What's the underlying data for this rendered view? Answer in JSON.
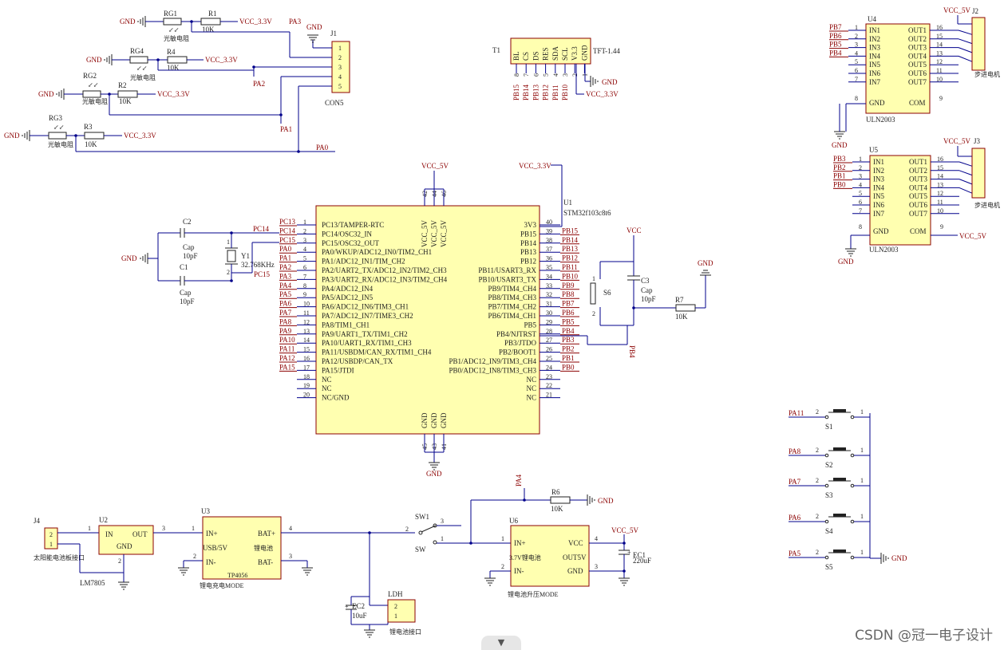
{
  "watermark": "CSDN @冠一电子设计",
  "scroll_icon": "▼",
  "labels": {
    "gnd": "GND",
    "vcc33": "VCC_3.3V",
    "vcc5": "VCC_5V",
    "vcc": "VCC",
    "pa0": "PA0",
    "pa1": "PA1",
    "pa2": "PA2",
    "pa3": "PA3",
    "pa4": "PA4",
    "pc14": "PC14",
    "pc15": "PC15",
    "rg1": "RG1",
    "rg2": "RG2",
    "rg3": "RG3",
    "rg4": "RG4",
    "photores": "光敏电阻",
    "r1": "R1",
    "r2": "R2",
    "r3": "R3",
    "r4": "R4",
    "r6": "R6",
    "r7": "R7",
    "k10": "10K",
    "j1": "J1",
    "con5": "CON5",
    "t1": "T1",
    "tft": "TFT-1.44",
    "tft_pins": [
      "BL",
      "CS",
      "DS",
      "RES",
      "SDA",
      "SCL",
      "V3.3",
      "GND"
    ],
    "tft_nets": [
      "PB15",
      "PB14",
      "PB13",
      "PB12",
      "PB11",
      "PB10"
    ],
    "u1": "U1",
    "u1_part": "STM32f103c8t6",
    "c1": "C1",
    "c2": "C2",
    "c3": "C3",
    "cap": "Cap",
    "p10": "10pF",
    "y1": "Y1",
    "xtal": "32.768KHz",
    "s6": "S6",
    "u4": "U4",
    "u5": "U5",
    "uln": "ULN2003",
    "j2": "J2",
    "j3": "J3",
    "stepper": "步进电机",
    "uln_in": [
      "IN1",
      "IN2",
      "IN3",
      "IN4",
      "IN5",
      "IN6",
      "IN7"
    ],
    "uln_out": [
      "OUT1",
      "OUT2",
      "OUT3",
      "OUT4",
      "OUT5",
      "OUT6",
      "OUT7"
    ],
    "com": "COM",
    "u4_nets": [
      "PB7",
      "PB6",
      "PB5",
      "PB4"
    ],
    "u5_nets": [
      "PB3",
      "PB2",
      "PB1",
      "PB0"
    ],
    "s_nets": [
      "PA11",
      "PA8",
      "PA7",
      "PA6",
      "PA5"
    ],
    "s_names": [
      "S1",
      "S2",
      "S3",
      "S4",
      "S5"
    ],
    "j4": "J4",
    "u2": "U2",
    "u3": "U3",
    "u6": "U6",
    "in": "IN",
    "out": "OUT",
    "lm7805": "LM7805",
    "solar": "太阳能电池板接口",
    "tp4056": "TP4056",
    "tp_in": "IN+",
    "tp_usb": "USB/5V",
    "tp_inm": "IN-",
    "batp": "BAT+",
    "batm": "BAT-",
    "li_bat": "锂电池",
    "charge_mode": "锂电充电MODE",
    "sw1": "SW1",
    "sw": "SW",
    "ec1": "EC1",
    "ec2": "EC2",
    "uf10": "10uF",
    "uf220": "220uF",
    "ldh": "LDH",
    "bat_iface": "锂电池接口",
    "u6_in": "IN+",
    "u6_bat": "3.7V锂电池",
    "u6_inm": "IN-",
    "u6_vcc": "VCC",
    "u6_out": "OUT5V",
    "u6_gnd": "GND",
    "boost_mode": "锂电池升压MODE",
    "pb4": "PB4"
  },
  "mcu": {
    "left": [
      {
        "n": "1",
        "f": "PC13/TAMPER-RTC",
        "net": "PC13"
      },
      {
        "n": "2",
        "f": "PC14/OSC32_IN",
        "net": "PC14"
      },
      {
        "n": "3",
        "f": "PC15/OSC32_OUT",
        "net": "PC15"
      },
      {
        "n": "4",
        "f": "PA0/WKUP/ADC12_IN0/TIM2_CH1",
        "net": "PA0"
      },
      {
        "n": "5",
        "f": "PA1/ADC12_IN1/TIM_CH2",
        "net": "PA1"
      },
      {
        "n": "6",
        "f": "PA2/UART2_TX/ADC12_IN2/TIM2_CH3",
        "net": "PA2"
      },
      {
        "n": "7",
        "f": "PA3/UART2_RX/ADC12_IN3/TIM2_CH4",
        "net": "PA3"
      },
      {
        "n": "8",
        "f": "PA4/ADC12_IN4",
        "net": "PA4"
      },
      {
        "n": "9",
        "f": "PA5/ADC12_IN5",
        "net": "PA5"
      },
      {
        "n": "10",
        "f": "PA6/ADC12_IN6/TIM3_CH1",
        "net": "PA6"
      },
      {
        "n": "11",
        "f": "PA7/ADC12_IN7/TIME3_CH2",
        "net": "PA7"
      },
      {
        "n": "12",
        "f": "PA8/TIM1_CH1",
        "net": "PA8"
      },
      {
        "n": "13",
        "f": "PA9/UART1_TX/TIM1_CH2",
        "net": "PA9"
      },
      {
        "n": "14",
        "f": "PA10/UART1_RX/TIM1_CH3",
        "net": "PA10"
      },
      {
        "n": "15",
        "f": "PA11/USBDM/CAN_RX/TIM1_CH4",
        "net": "PA11"
      },
      {
        "n": "16",
        "f": "PA12/USBDP/CAN_TX",
        "net": "PA12"
      },
      {
        "n": "17",
        "f": "PA15/JTDI",
        "net": "PA15"
      },
      {
        "n": "18",
        "f": "NC",
        "net": ""
      },
      {
        "n": "19",
        "f": "NC",
        "net": ""
      },
      {
        "n": "20",
        "f": "NC/GND",
        "net": ""
      }
    ],
    "right": [
      {
        "n": "40",
        "f": "3V3",
        "net": ""
      },
      {
        "n": "39",
        "f": "PB15",
        "net": "PB15"
      },
      {
        "n": "38",
        "f": "PB14",
        "net": "PB14"
      },
      {
        "n": "37",
        "f": "PB13",
        "net": "PB13"
      },
      {
        "n": "36",
        "f": "PB12",
        "net": "PB12"
      },
      {
        "n": "35",
        "f": "PB11/USART3_RX",
        "net": "PB11"
      },
      {
        "n": "34",
        "f": "PB10/USART3_TX",
        "net": "PB10"
      },
      {
        "n": "33",
        "f": "PB9/TIM4_CH4",
        "net": "PB9"
      },
      {
        "n": "32",
        "f": "PB8/TIM4_CH3",
        "net": "PB8"
      },
      {
        "n": "31",
        "f": "PB7/TIM4_CH2",
        "net": "PB7"
      },
      {
        "n": "30",
        "f": "PB6/TIM4_CH1",
        "net": "PB6"
      },
      {
        "n": "29",
        "f": "PB5",
        "net": "PB5"
      },
      {
        "n": "28",
        "f": "PB4/NJTRST",
        "net": "PB4"
      },
      {
        "n": "27",
        "f": "PB3/JTDO",
        "net": "PB3"
      },
      {
        "n": "26",
        "f": "PB2/BOOT1",
        "net": "PB2"
      },
      {
        "n": "25",
        "f": "PB1/ADC12_IN9/TIM3_CH4",
        "net": "PB1"
      },
      {
        "n": "24",
        "f": "PB0/ADC12_IN8/TIM3_CH3",
        "net": "PB0"
      },
      {
        "n": "23",
        "f": "NC",
        "net": ""
      },
      {
        "n": "22",
        "f": "NC",
        "net": ""
      },
      {
        "n": "21",
        "f": "NC",
        "net": ""
      }
    ],
    "top_pins": [
      "42",
      "44",
      "46"
    ],
    "top_names": [
      "VCC_5V",
      "VCC_5V",
      "VCC_5V"
    ],
    "bot_pins": [
      "45",
      "43",
      "41"
    ],
    "bot_names": [
      "GND",
      "GND",
      "GND"
    ]
  }
}
